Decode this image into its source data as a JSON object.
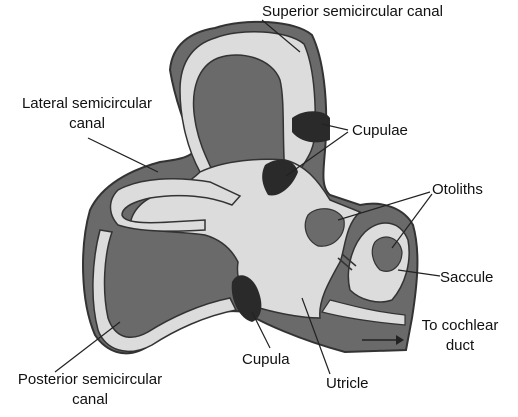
{
  "labels": {
    "superior": "Superior semicircular canal",
    "lateral_1": "Lateral semicircular",
    "lateral_2": "canal",
    "cupulae": "Cupulae",
    "otoliths": "Otoliths",
    "saccule": "Saccule",
    "cochlear_1": "To cochlear",
    "cochlear_2": "duct",
    "cupula": "Cupula",
    "utricle": "Utricle",
    "posterior_1": "Posterior semicircular",
    "posterior_2": "canal"
  },
  "colors": {
    "wall": "#6a6a6a",
    "lumen": "#dcdcdc",
    "outline": "#333333",
    "cupula": "#2a2a2a",
    "otolith": "#6b6b6b"
  }
}
